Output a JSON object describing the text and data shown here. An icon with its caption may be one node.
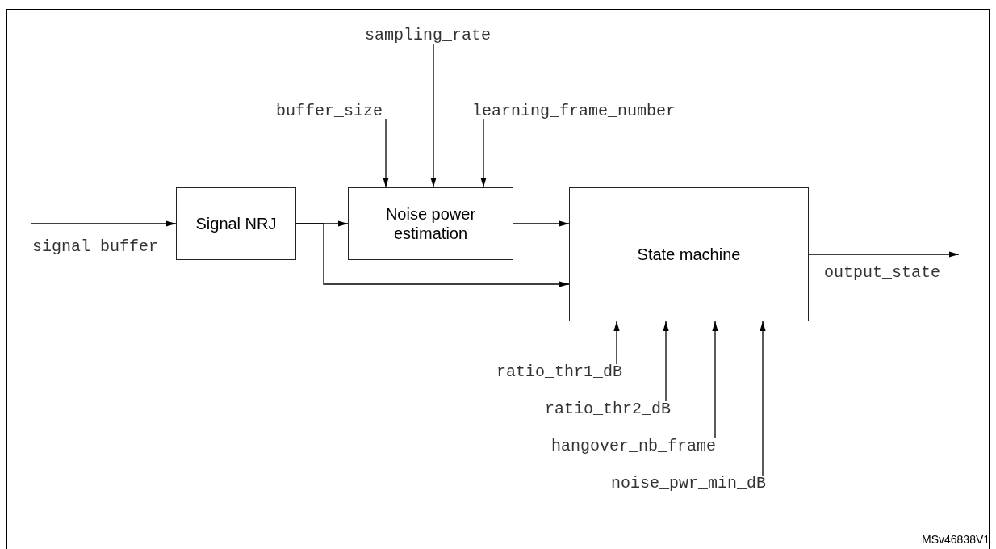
{
  "diagram": {
    "nodes": [
      {
        "text": [
          "sampling_rate"
        ]
      },
      {
        "text": [
          "buffer_size"
        ]
      },
      {
        "text": [
          "learning_frame_number"
        ]
      },
      {
        "text": [
          "Signal NRJ"
        ]
      },
      {
        "text": [
          "Noise power estimation"
        ]
      },
      {
        "text": [
          "State machine"
        ]
      },
      {
        "text": [
          "ratio_thr1_dB"
        ]
      },
      {
        "text": [
          "ratio_thr2_dB"
        ]
      },
      {
        "text": [
          "hangover_nb_frame"
        ]
      },
      {
        "text": [
          "noise_pwr_min_dB"
        ]
      }
    ],
    "edges": [
      {
        "from": null,
        "to": 3,
        "arrow": "to",
        "label": "signal buffer"
      },
      {
        "from": 3,
        "to": 4,
        "arrow": "to"
      },
      {
        "from": 3,
        "to": 5,
        "arrow": "to"
      },
      {
        "from": 1,
        "to": 4,
        "arrow": "to"
      },
      {
        "from": 0,
        "to": 4,
        "arrow": "to"
      },
      {
        "from": 2,
        "to": 4,
        "arrow": "to"
      },
      {
        "from": 4,
        "to": 5,
        "arrow": "to"
      },
      {
        "from": 5,
        "to": null,
        "arrow": "to",
        "label": "output_state"
      },
      {
        "from": 6,
        "to": 5,
        "arrow": "to"
      },
      {
        "from": 7,
        "to": 5,
        "arrow": "to"
      },
      {
        "from": 8,
        "to": 5,
        "arrow": "to"
      },
      {
        "from": 9,
        "to": 5,
        "arrow": "to"
      }
    ],
    "labels": [
      "MSv46838V1"
    ]
  }
}
